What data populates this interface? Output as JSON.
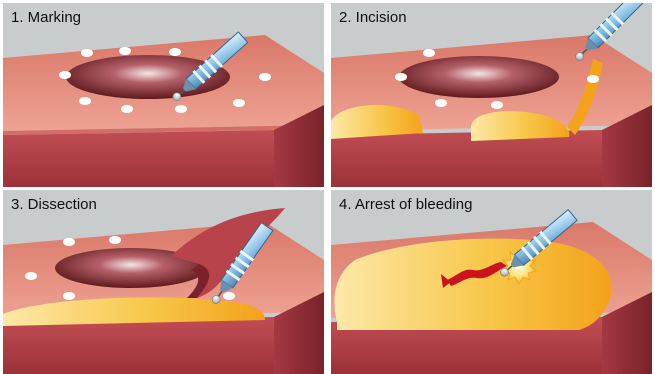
{
  "panels": [
    {
      "caption": "1. Marking"
    },
    {
      "caption": "2. Incision"
    },
    {
      "caption": "3. Dissection"
    },
    {
      "caption": "4. Arrest of bleeding"
    }
  ],
  "colors": {
    "background": "#c9cccd",
    "tissue_top": "#e79282",
    "tissue_front": "#b8434a",
    "tissue_side": "#8e2b33",
    "lesion": "#6b1f22",
    "fluid": "#f4a91b",
    "instrument": "#8fc6e8"
  },
  "icons": [
    "marking-dot",
    "knife-instrument",
    "bleeding-vessel",
    "coagulation-spark"
  ]
}
